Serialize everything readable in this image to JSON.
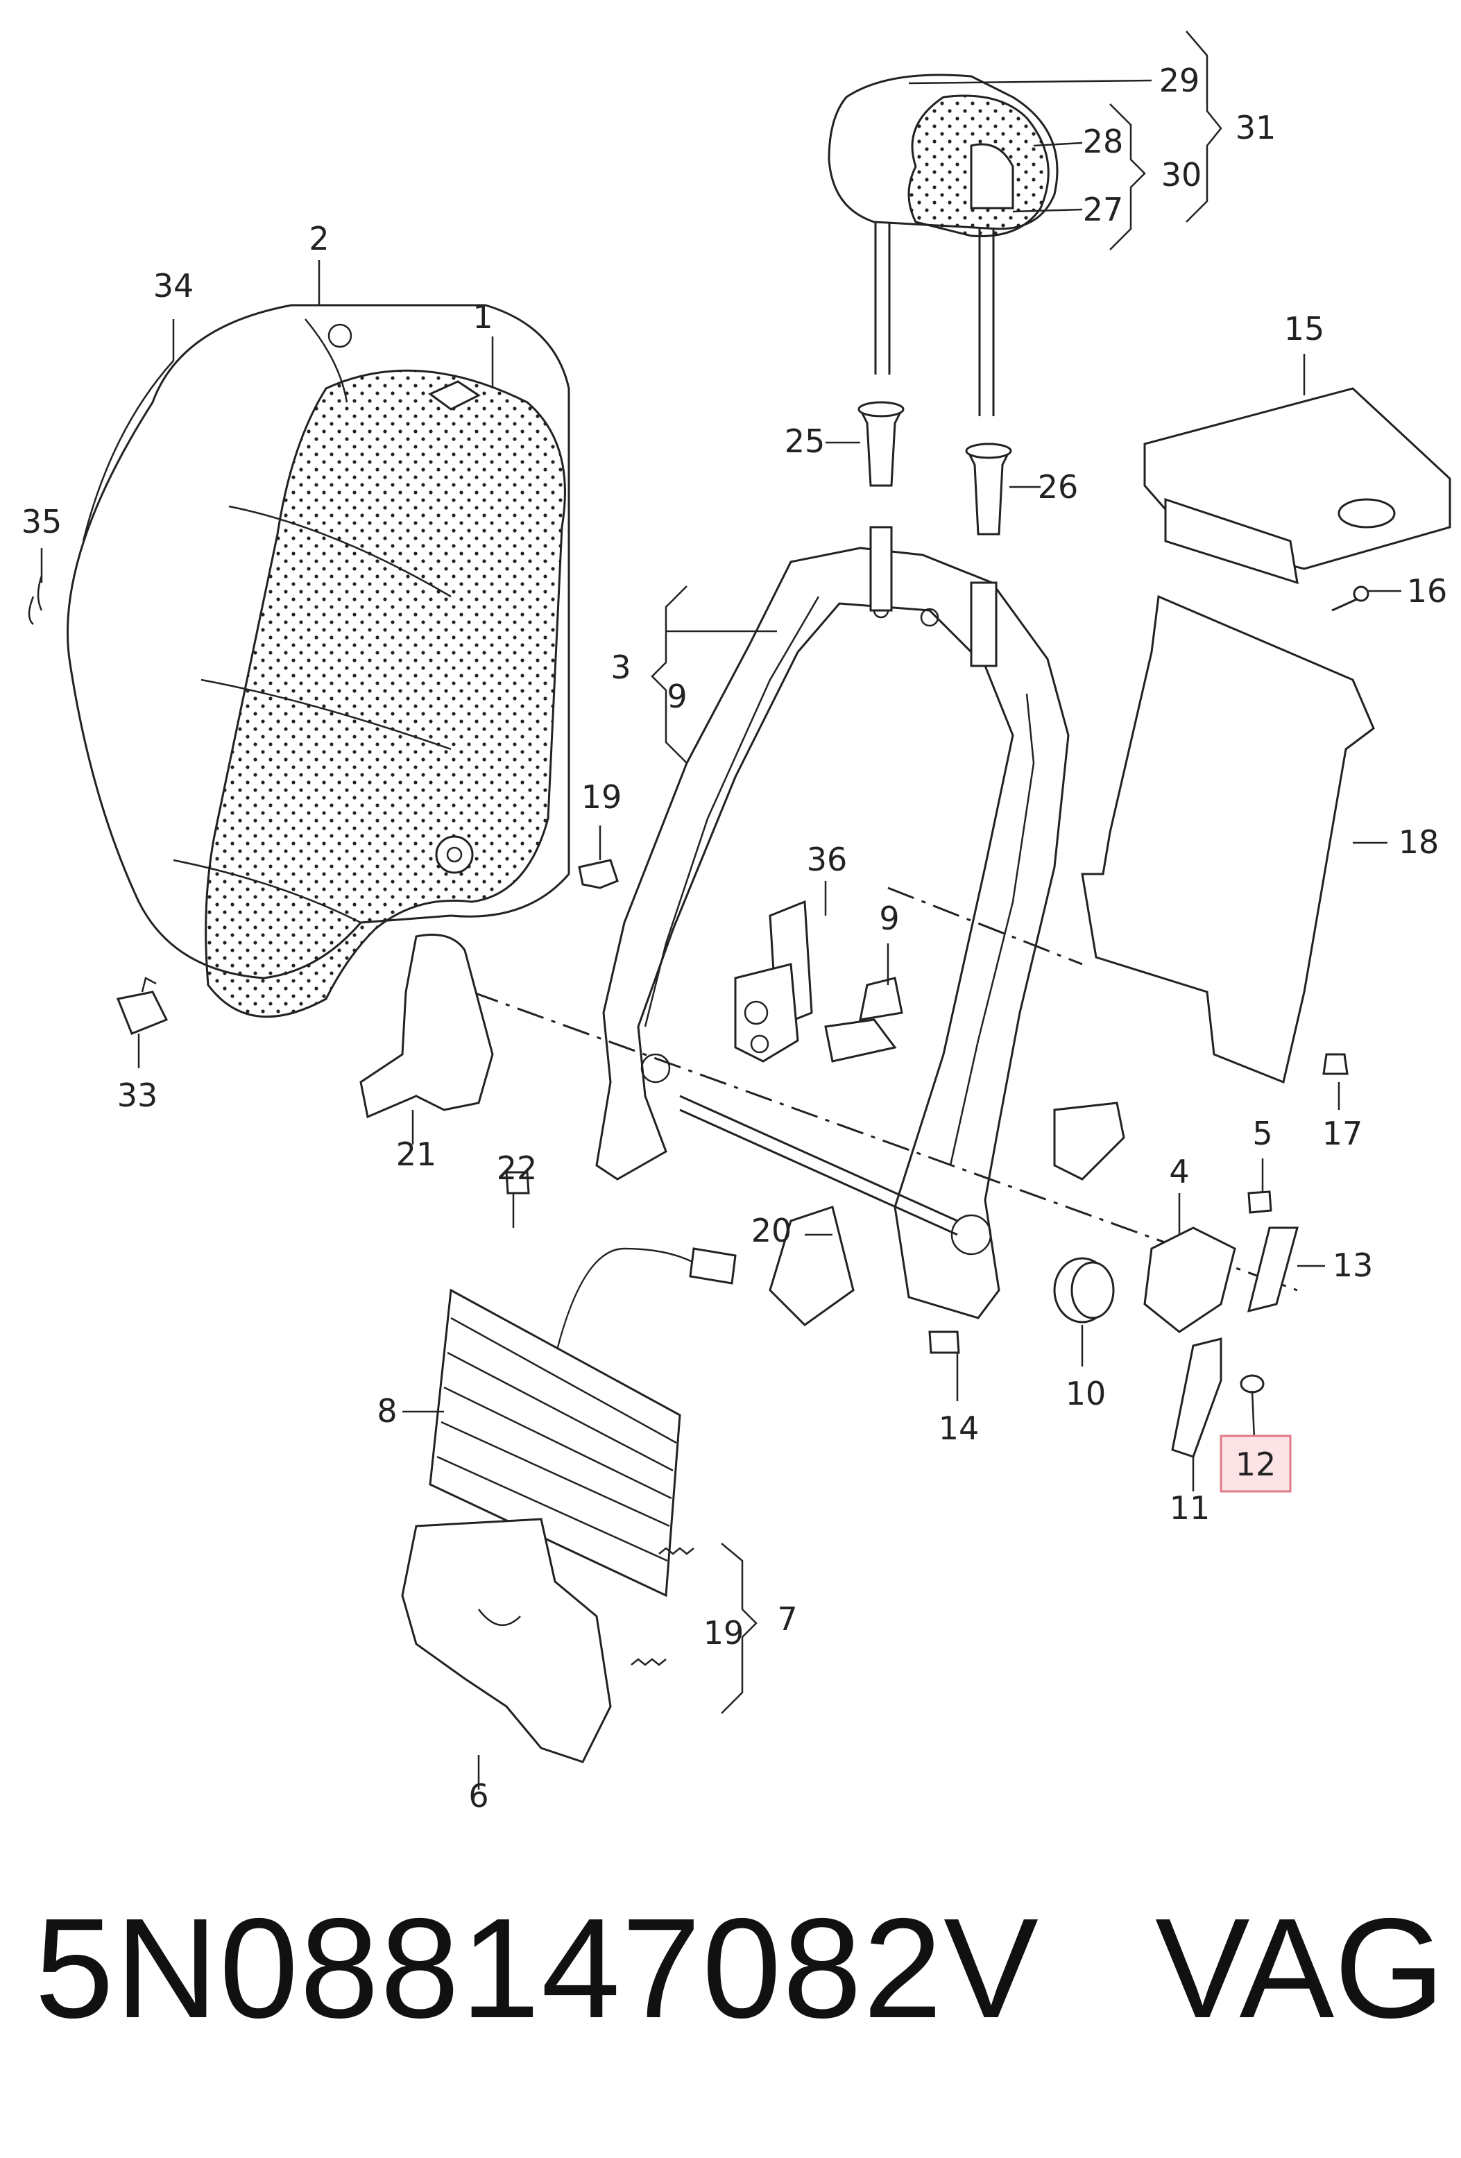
{
  "callouts": {
    "c1": "1",
    "c2": "2",
    "c3": "3",
    "c4": "4",
    "c5": "5",
    "c6": "6",
    "c7": "7",
    "c8": "8",
    "c9a": "9",
    "c9b": "9",
    "c10": "10",
    "c11": "11",
    "c12": "12",
    "c13": "13",
    "c14": "14",
    "c15": "15",
    "c16": "16",
    "c17": "17",
    "c18": "18",
    "c19a": "19",
    "c19b": "19",
    "c20": "20",
    "c21": "21",
    "c22": "22",
    "c25": "25",
    "c26": "26",
    "c27": "27",
    "c28": "28",
    "c29": "29",
    "c30": "30",
    "c31": "31",
    "c33": "33",
    "c34": "34",
    "c35": "35",
    "c36": "36"
  },
  "footer": {
    "part_number": "5N088147082V",
    "brand": "VAG"
  },
  "colors": {
    "line": "#222222",
    "highlight_border": "#e07b86",
    "highlight_fill": "#fbe3e6"
  }
}
